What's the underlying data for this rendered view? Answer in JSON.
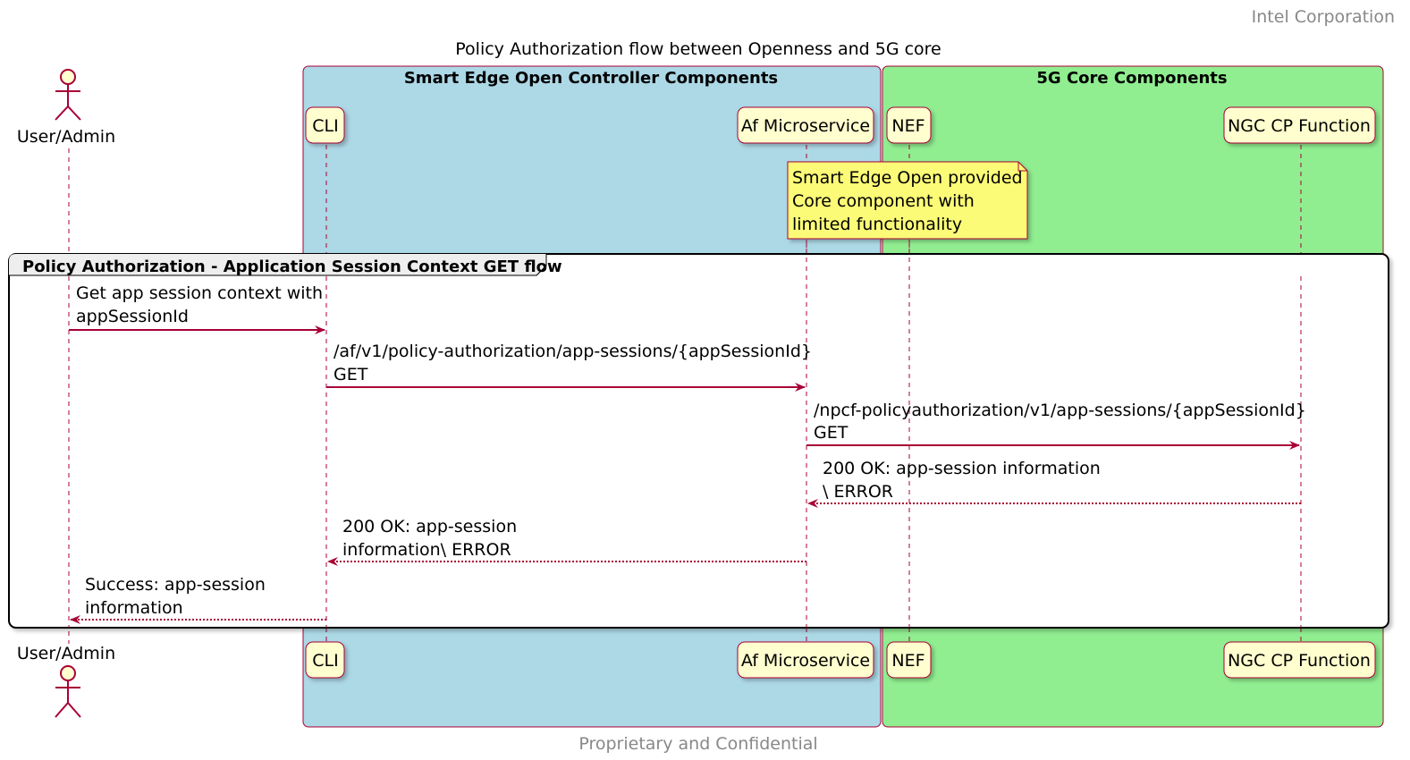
{
  "header": {
    "company": "Intel Corporation",
    "title": "Policy Authorization flow between Openness and 5G core"
  },
  "footer": {
    "text": "Proprietary and Confidential"
  },
  "boxes": {
    "controller": {
      "title": "Smart Edge Open Controller Components",
      "color": "#ADD8E6"
    },
    "core": {
      "title": "5G Core Components",
      "color": "#90EE90"
    }
  },
  "participants": {
    "user": "User/Admin",
    "cli": "CLI",
    "af": "Af Microservice",
    "nef": "NEF",
    "ngc": "NGC CP Function"
  },
  "note": {
    "line1": "Smart Edge Open provided",
    "line2": "Core component with",
    "line3": "limited functionality",
    "color": "#FBFB77"
  },
  "group": {
    "title": "Policy Authorization - Application Session Context GET flow"
  },
  "messages": {
    "m1": {
      "line1": "Get app session context with",
      "line2": "appSessionId"
    },
    "m2": {
      "line1": "/af/v1/policy-authorization/app-sessions/{appSessionId}",
      "line2": "GET"
    },
    "m3": {
      "line1": "/npcf-policyauthorization/v1/app-sessions/{appSessionId}",
      "line2": "GET"
    },
    "m4": {
      "line1": "200 OK: app-session information",
      "line2": "\\ ERROR"
    },
    "m5": {
      "line1": "200 OK: app-session",
      "line2": "information\\ ERROR"
    },
    "m6": {
      "line1": "Success: app-session",
      "line2": "information"
    }
  },
  "colors": {
    "arrow": "#A80036",
    "participant_fill": "#FEFECE",
    "border": "#A80036"
  }
}
